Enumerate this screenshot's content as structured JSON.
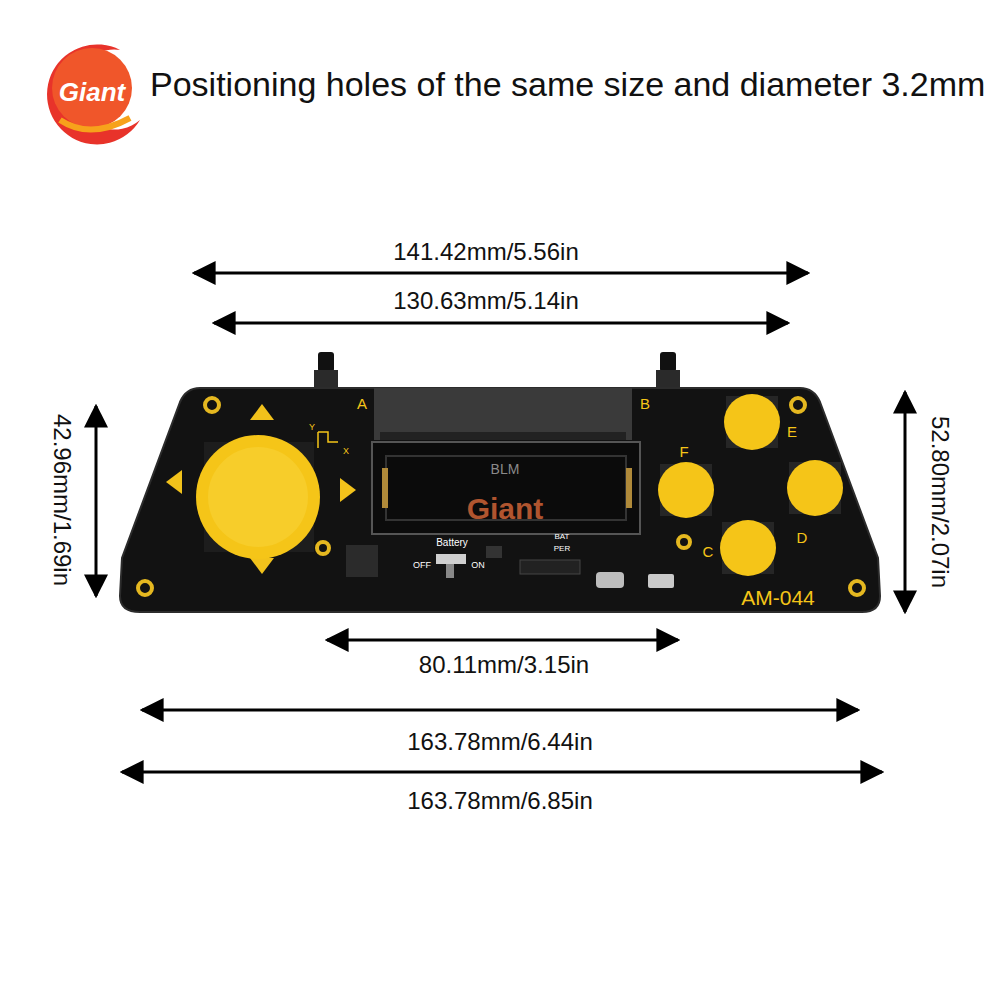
{
  "diagram": {
    "title": "Positioning holes of the same size and diameter 3.2mm",
    "labels": [
      "Giant",
      "141.42mm/5.56in",
      "130.63mm/5.14in",
      "42.96mm/1.69in",
      "52.80mm/2.07in",
      "80.11mm/3.15in",
      "163.78mm/6.44in",
      "163.78mm/6.85in",
      "A",
      "B",
      "E",
      "F",
      "D",
      "C",
      "AM-044",
      "Battery",
      "OFF",
      "ON",
      "BAT",
      "PER",
      "BLM",
      "Y",
      "X",
      "Giant"
    ]
  }
}
